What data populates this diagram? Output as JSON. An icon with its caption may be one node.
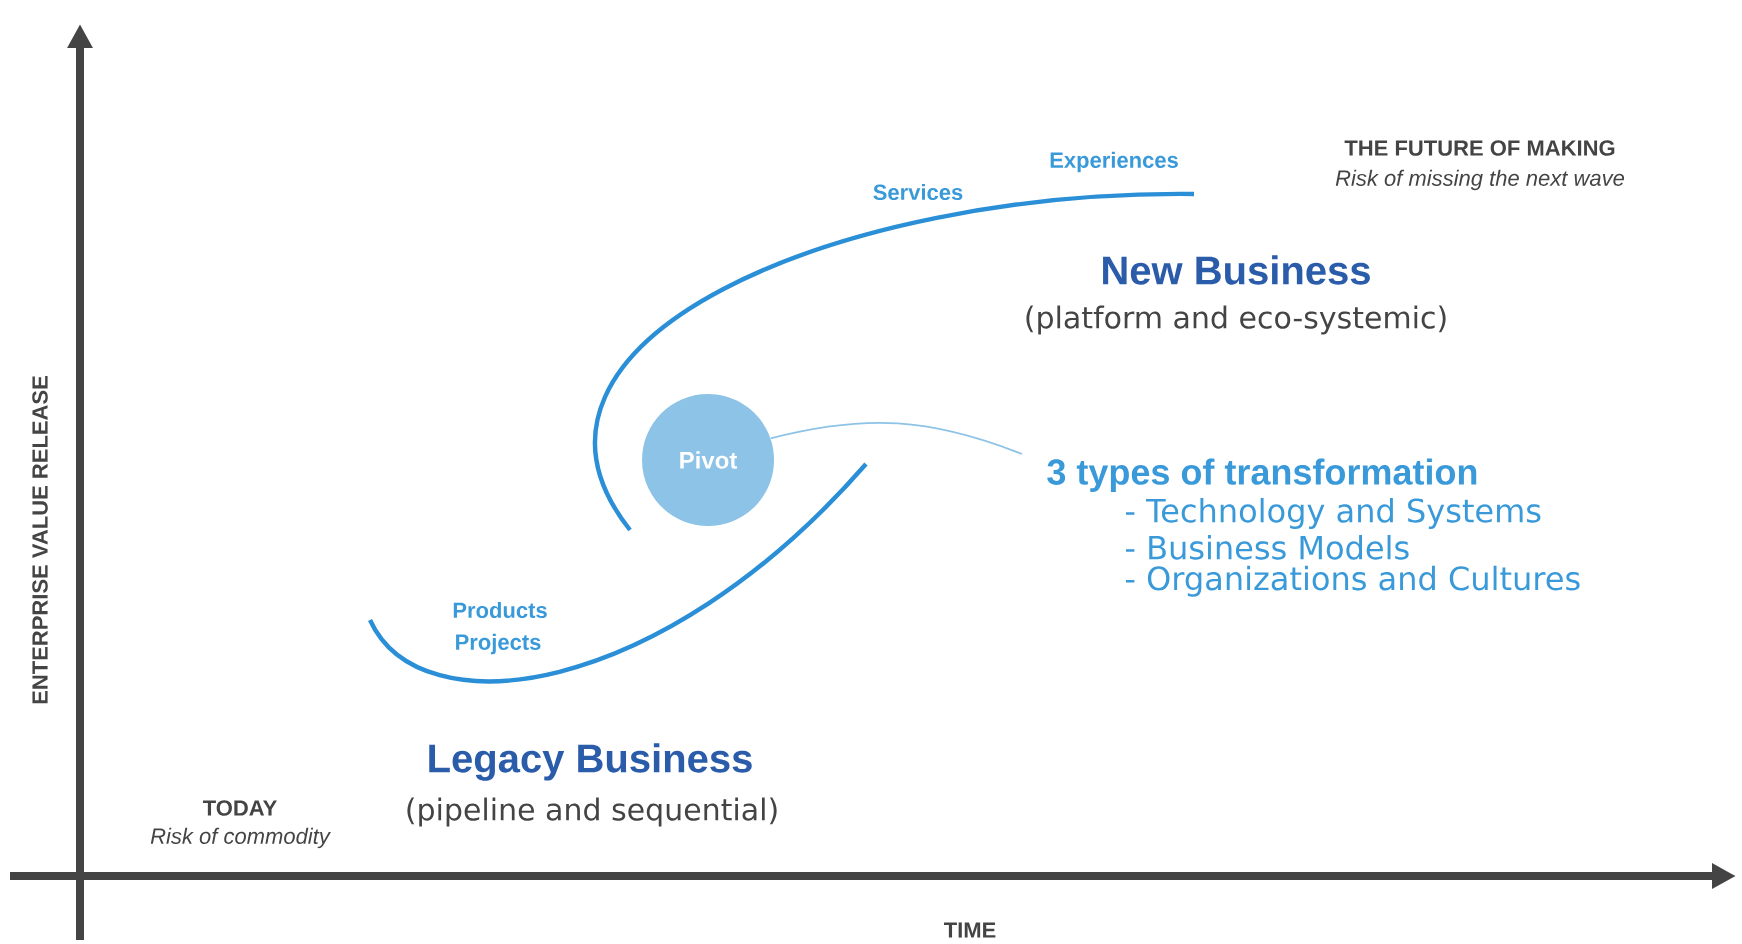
{
  "diagram": {
    "nodes": [
      {
        "text": [
          "Pivot"
        ]
      },
      {
        "text": [
          "3 types of transformation",
          "- Technology and Systems",
          "- Business Models",
          "- Organizations and Cultures"
        ]
      }
    ],
    "edges": [
      {
        "from": 0,
        "to": 1,
        "arrow": "none"
      }
    ],
    "labels": [
      "Experiences",
      "THE FUTURE OF MAKING",
      "Risk of missing the next wave",
      "Services",
      "New Business",
      "(platform and eco-systemic)",
      "ENTERPRISE VALUE RELEASE",
      "Products",
      "Projects",
      "Legacy Business",
      "(pipeline and sequential)",
      "TODAY",
      "Risk of commodity",
      "TIME"
    ]
  }
}
